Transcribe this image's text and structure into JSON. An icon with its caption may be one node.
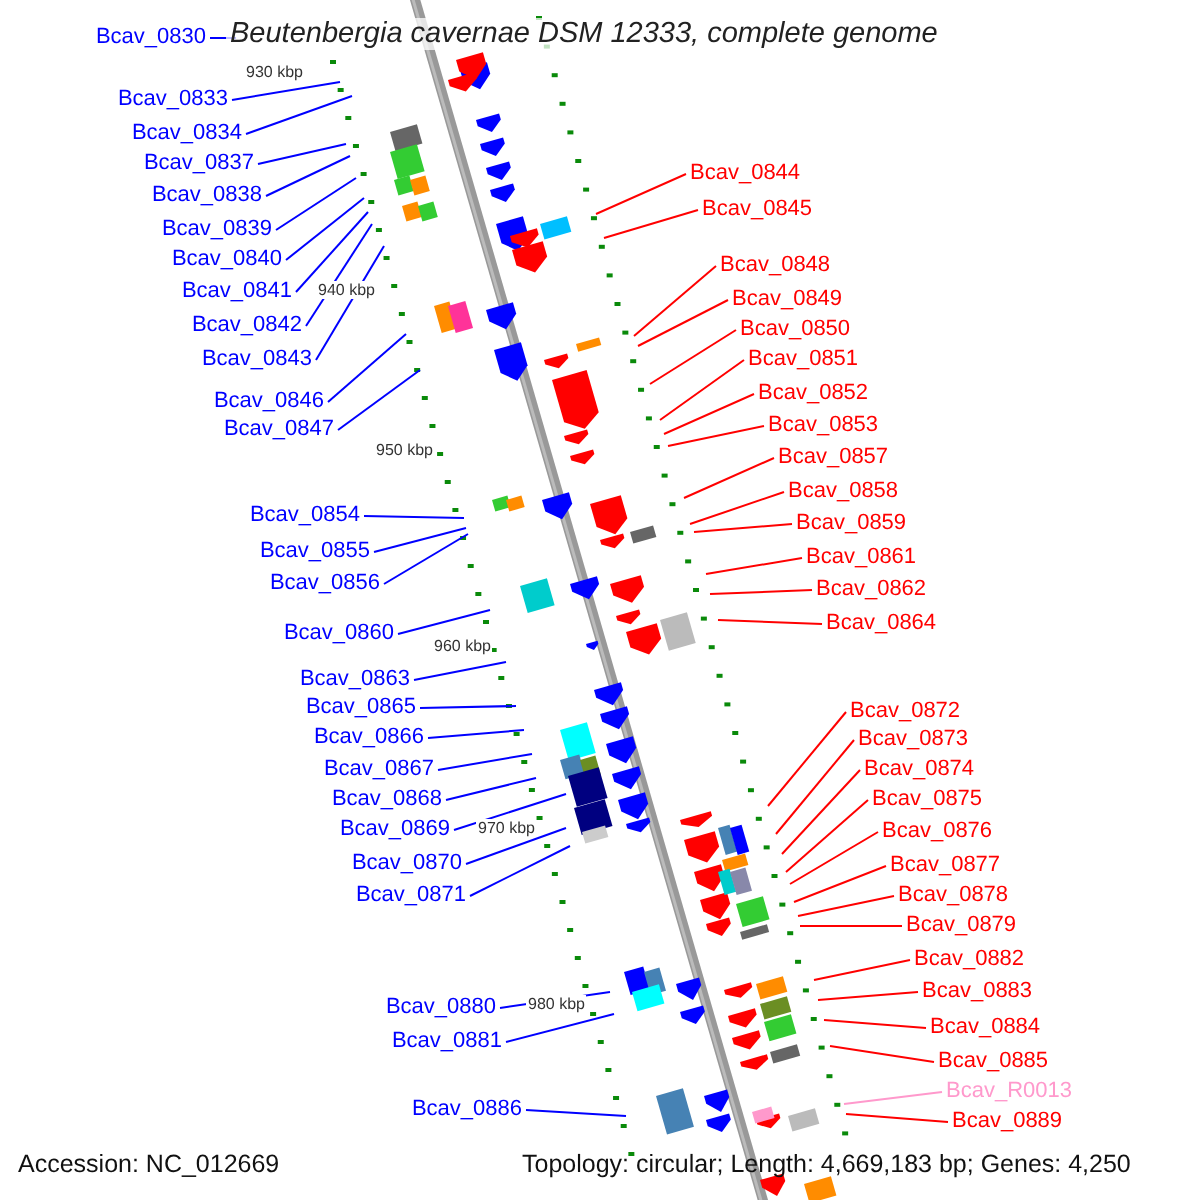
{
  "diagram": {
    "title": "Beutenbergia cavernae DSM 12333, complete genome",
    "nodes": [
      {
        "text": [
          "Bcav_0830"
        ]
      },
      {
        "text": [
          "Bcav_0833"
        ]
      },
      {
        "text": [
          "Bcav_0834"
        ]
      },
      {
        "text": [
          "Bcav_0837"
        ]
      },
      {
        "text": [
          "Bcav_0838"
        ]
      },
      {
        "text": [
          "Bcav_0839"
        ]
      },
      {
        "text": [
          "Bcav_0840"
        ]
      },
      {
        "text": [
          "Bcav_0841"
        ]
      },
      {
        "text": [
          "Bcav_0842"
        ]
      },
      {
        "text": [
          "Bcav_0843"
        ]
      },
      {
        "text": [
          "Bcav_0846"
        ]
      },
      {
        "text": [
          "Bcav_0847"
        ]
      },
      {
        "text": [
          "Bcav_0854"
        ]
      },
      {
        "text": [
          "Bcav_0855"
        ]
      },
      {
        "text": [
          "Bcav_0856"
        ]
      },
      {
        "text": [
          "Bcav_0860"
        ]
      },
      {
        "text": [
          "Bcav_0863"
        ]
      },
      {
        "text": [
          "Bcav_0865"
        ]
      },
      {
        "text": [
          "Bcav_0866"
        ]
      },
      {
        "text": [
          "Bcav_0867"
        ]
      },
      {
        "text": [
          "Bcav_0868"
        ]
      },
      {
        "text": [
          "Bcav_0869"
        ]
      },
      {
        "text": [
          "Bcav_0870"
        ]
      },
      {
        "text": [
          "Bcav_0871"
        ]
      },
      {
        "text": [
          "Bcav_0880"
        ]
      },
      {
        "text": [
          "Bcav_0881"
        ]
      },
      {
        "text": [
          "Bcav_0886"
        ]
      },
      {
        "text": [
          "Bcav_0844"
        ]
      },
      {
        "text": [
          "Bcav_0845"
        ]
      },
      {
        "text": [
          "Bcav_0848"
        ]
      },
      {
        "text": [
          "Bcav_0849"
        ]
      },
      {
        "text": [
          "Bcav_0850"
        ]
      },
      {
        "text": [
          "Bcav_0851"
        ]
      },
      {
        "text": [
          "Bcav_0852"
        ]
      },
      {
        "text": [
          "Bcav_0853"
        ]
      },
      {
        "text": [
          "Bcav_0857"
        ]
      },
      {
        "text": [
          "Bcav_0858"
        ]
      },
      {
        "text": [
          "Bcav_0859"
        ]
      },
      {
        "text": [
          "Bcav_0861"
        ]
      },
      {
        "text": [
          "Bcav_0862"
        ]
      },
      {
        "text": [
          "Bcav_0864"
        ]
      },
      {
        "text": [
          "Bcav_0872"
        ]
      },
      {
        "text": [
          "Bcav_0873"
        ]
      },
      {
        "text": [
          "Bcav_0874"
        ]
      },
      {
        "text": [
          "Bcav_0875"
        ]
      },
      {
        "text": [
          "Bcav_0876"
        ]
      },
      {
        "text": [
          "Bcav_0877"
        ]
      },
      {
        "text": [
          "Bcav_0878"
        ]
      },
      {
        "text": [
          "Bcav_0879"
        ]
      },
      {
        "text": [
          "Bcav_0882"
        ]
      },
      {
        "text": [
          "Bcav_0883"
        ]
      },
      {
        "text": [
          "Bcav_0884"
        ]
      },
      {
        "text": [
          "Bcav_0885"
        ]
      },
      {
        "text": [
          "Bcav_R0013"
        ]
      },
      {
        "text": [
          "Bcav_0889"
        ]
      }
    ],
    "edges": [
      {
        "from": 0,
        "to": null,
        "arrow": "none",
        "color": "#0000ff"
      },
      {
        "from": 1,
        "to": null,
        "arrow": "none",
        "color": "#0000ff"
      },
      {
        "from": 2,
        "to": null,
        "arrow": "none",
        "color": "#0000ff"
      },
      {
        "from": 3,
        "to": null,
        "arrow": "none",
        "color": "#0000ff"
      },
      {
        "from": 4,
        "to": null,
        "arrow": "none",
        "color": "#0000ff"
      },
      {
        "from": 5,
        "to": null,
        "arrow": "none",
        "color": "#0000ff"
      },
      {
        "from": 6,
        "to": null,
        "arrow": "none",
        "color": "#0000ff"
      },
      {
        "from": 7,
        "to": null,
        "arrow": "none",
        "color": "#0000ff"
      },
      {
        "from": 8,
        "to": null,
        "arrow": "none",
        "color": "#0000ff"
      },
      {
        "from": 9,
        "to": null,
        "arrow": "none",
        "color": "#0000ff"
      },
      {
        "from": 10,
        "to": null,
        "arrow": "none",
        "color": "#0000ff"
      },
      {
        "from": 11,
        "to": null,
        "arrow": "none",
        "color": "#0000ff"
      },
      {
        "from": 12,
        "to": null,
        "arrow": "none",
        "color": "#0000ff"
      },
      {
        "from": 13,
        "to": null,
        "arrow": "none",
        "color": "#0000ff"
      },
      {
        "from": 14,
        "to": null,
        "arrow": "none",
        "color": "#0000ff"
      },
      {
        "from": 15,
        "to": null,
        "arrow": "none",
        "color": "#0000ff"
      },
      {
        "from": 16,
        "to": null,
        "arrow": "none",
        "color": "#0000ff"
      },
      {
        "from": 17,
        "to": null,
        "arrow": "none",
        "color": "#0000ff"
      },
      {
        "from": 18,
        "to": null,
        "arrow": "none",
        "color": "#0000ff"
      },
      {
        "from": 19,
        "to": null,
        "arrow": "none",
        "color": "#0000ff"
      },
      {
        "from": 20,
        "to": null,
        "arrow": "none",
        "color": "#0000ff"
      },
      {
        "from": 21,
        "to": null,
        "arrow": "none",
        "color": "#0000ff"
      },
      {
        "from": 22,
        "to": null,
        "arrow": "none",
        "color": "#0000ff"
      },
      {
        "from": 23,
        "to": null,
        "arrow": "none",
        "color": "#0000ff"
      },
      {
        "from": 24,
        "to": null,
        "arrow": "none",
        "color": "#0000ff"
      },
      {
        "from": 25,
        "to": null,
        "arrow": "none",
        "color": "#0000ff"
      },
      {
        "from": 26,
        "to": null,
        "arrow": "none",
        "color": "#0000ff"
      },
      {
        "from": 27,
        "to": null,
        "arrow": "none",
        "color": "#ff0000"
      },
      {
        "from": 28,
        "to": null,
        "arrow": "none",
        "color": "#ff0000"
      },
      {
        "from": 29,
        "to": null,
        "arrow": "none",
        "color": "#ff0000"
      },
      {
        "from": 30,
        "to": null,
        "arrow": "none",
        "color": "#ff0000"
      },
      {
        "from": 31,
        "to": null,
        "arrow": "none",
        "color": "#ff0000"
      },
      {
        "from": 32,
        "to": null,
        "arrow": "none",
        "color": "#ff0000"
      },
      {
        "from": 33,
        "to": null,
        "arrow": "none",
        "color": "#ff0000"
      },
      {
        "from": 34,
        "to": null,
        "arrow": "none",
        "color": "#ff0000"
      },
      {
        "from": 35,
        "to": null,
        "arrow": "none",
        "color": "#ff0000"
      },
      {
        "from": 36,
        "to": null,
        "arrow": "none",
        "color": "#ff0000"
      },
      {
        "from": 37,
        "to": null,
        "arrow": "none",
        "color": "#ff0000"
      },
      {
        "from": 38,
        "to": null,
        "arrow": "none",
        "color": "#ff0000"
      },
      {
        "from": 39,
        "to": null,
        "arrow": "none",
        "color": "#ff0000"
      },
      {
        "from": 40,
        "to": null,
        "arrow": "none",
        "color": "#ff0000"
      },
      {
        "from": 41,
        "to": null,
        "arrow": "none",
        "color": "#ff0000"
      },
      {
        "from": 42,
        "to": null,
        "arrow": "none",
        "color": "#ff0000"
      },
      {
        "from": 43,
        "to": null,
        "arrow": "none",
        "color": "#ff0000"
      },
      {
        "from": 44,
        "to": null,
        "arrow": "none",
        "color": "#ff0000"
      },
      {
        "from": 45,
        "to": null,
        "arrow": "none",
        "color": "#ff0000"
      },
      {
        "from": 46,
        "to": null,
        "arrow": "none",
        "color": "#ff0000"
      },
      {
        "from": 47,
        "to": null,
        "arrow": "none",
        "color": "#ff0000"
      },
      {
        "from": 48,
        "to": null,
        "arrow": "none",
        "color": "#ff0000"
      },
      {
        "from": 49,
        "to": null,
        "arrow": "none",
        "color": "#ff0000"
      },
      {
        "from": 50,
        "to": null,
        "arrow": "none",
        "color": "#ff0000"
      },
      {
        "from": 51,
        "to": null,
        "arrow": "none",
        "color": "#ff0000"
      },
      {
        "from": 52,
        "to": null,
        "arrow": "none",
        "color": "#ff0000"
      },
      {
        "from": 53,
        "to": null,
        "arrow": "none",
        "color": "#ff99cc"
      },
      {
        "from": 54,
        "to": null,
        "arrow": "none",
        "color": "#ff0000"
      }
    ],
    "labels": [
      "930 kbp",
      "940 kbp",
      "950 kbp",
      "960 kbp",
      "970 kbp",
      "980 kbp",
      "Accession: NC_012669",
      "Topology: circular; Length: 4,669,183 bp; Genes: 4,250"
    ]
  }
}
